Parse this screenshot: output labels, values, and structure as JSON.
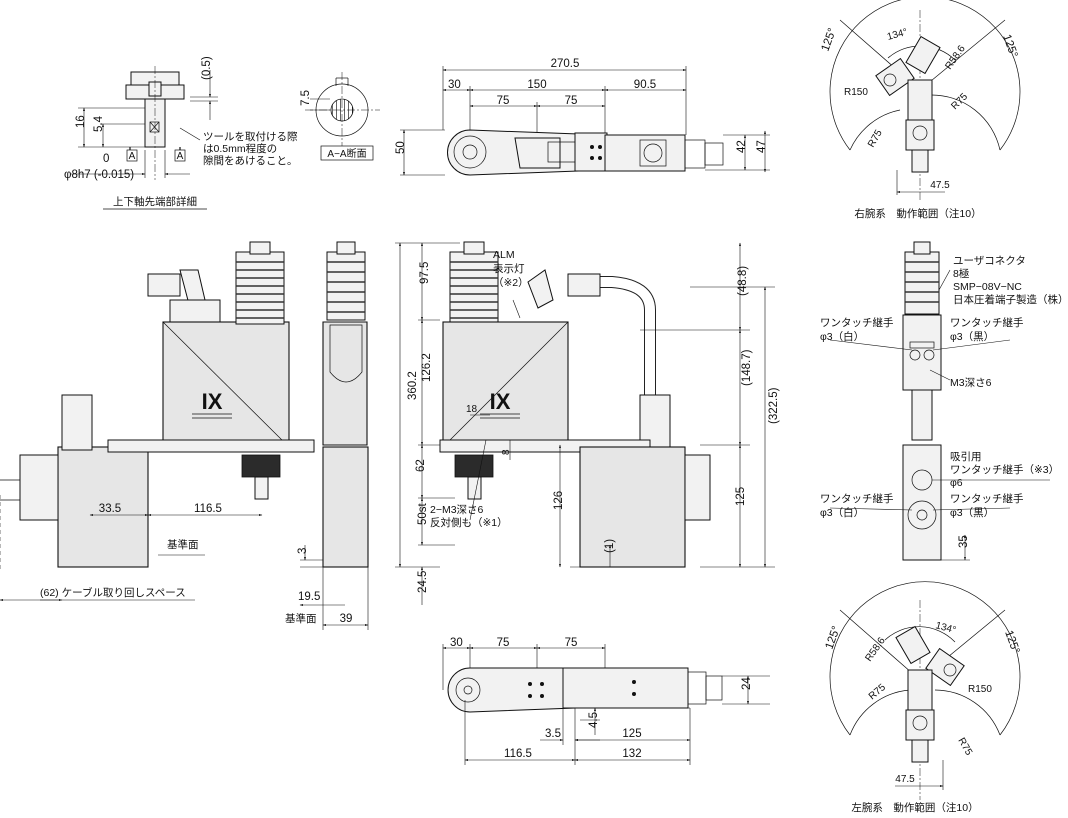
{
  "dims": {
    "d270_5": "270.5",
    "d30_top": "30",
    "d150": "150",
    "d90_5": "90.5",
    "d75_top_a": "75",
    "d75_top_b": "75",
    "d50": "50",
    "d42": "42",
    "d47": "47",
    "d7_5": "7.5",
    "d16": "16",
    "d5_4": "5.4",
    "d0": "0",
    "d0_5": "(0.5)",
    "d97_5": "97.5",
    "d360_2": "360.2",
    "d126_2": "126.2",
    "d62": "62",
    "d50st": "50st",
    "d24_5": "24.5",
    "d18": "18",
    "d8": "8",
    "d126": "126",
    "d125_side": "125",
    "d48_8": "(48.8)",
    "d148_7": "(148.7)",
    "d322_5": "(322.5)",
    "d1": "(1)",
    "d33_5": "33.5",
    "d116_5_front": "116.5",
    "d3": "3",
    "d19_5": "19.5",
    "d39": "39",
    "d30_bot": "30",
    "d75_bot_a": "75",
    "d75_bot_b": "75",
    "d24": "24",
    "d3_5": "3.5",
    "d4_5": "4.5",
    "d125_bot": "125",
    "d116_5_bot": "116.5",
    "d132": "132",
    "d35": "35",
    "r150_top": "R150",
    "r58_6_top": "R58.6",
    "r75_top_a": "R75",
    "r75_top_b": "R75",
    "a125_tl": "125°",
    "a125_tr": "125°",
    "a134_top": "134°",
    "d47_5_top": "47.5",
    "r150_bot": "R150",
    "r58_6_bot": "R58.6",
    "r75_bot_a": "R75",
    "r75_bot_b": "R75",
    "a125_bl": "125°",
    "a125_br": "125°",
    "a134_bot": "134°",
    "d47_5_bot": "47.5"
  },
  "labels": {
    "shaft_fit": "φ8h7 (-0.015)",
    "shaft_note_1": "ツールを取付ける際",
    "shaft_note_2": "は0.5mm程度の",
    "shaft_note_3": "隙間をあけること。",
    "section_a_left": "A",
    "section_a_right": "A",
    "section_aa": "A−A断面",
    "detail_title": "上下軸先端部詳細",
    "alm_1": "ALM",
    "alm_2": "表示灯",
    "alm_3": "（※2）",
    "m3_note_1": "2−M3深さ6",
    "m3_note_2": "反対側も（※1）",
    "datum_front": "基準面",
    "datum_side": "基準面",
    "cable_space": "(62) ケーブル取り回しスペース",
    "user_conn_1": "ユーザコネクタ",
    "user_conn_2": "8極",
    "user_conn_3": "SMP−08V−NC",
    "user_conn_4": "日本圧着端子製造（株）",
    "onetouch_w_top": "ワンタッチ継手",
    "phi3_w_top": "φ3（白）",
    "onetouch_b_top": "ワンタッチ継手",
    "phi3_b_top": "φ3（黒）",
    "m3_depth": "M3深さ6",
    "suction_1": "吸引用",
    "suction_2": "ワンタッチ継手（※3）",
    "suction_3": "φ6",
    "onetouch_w_bot": "ワンタッチ継手",
    "phi3_w_bot": "φ3（白）",
    "onetouch_b_bot": "ワンタッチ継手",
    "phi3_b_bot": "φ3（黒）",
    "right_arm_range": "右腕系　動作範囲（注10）",
    "left_arm_range": "左腕系　動作範囲（注10）",
    "logo": "IX"
  }
}
